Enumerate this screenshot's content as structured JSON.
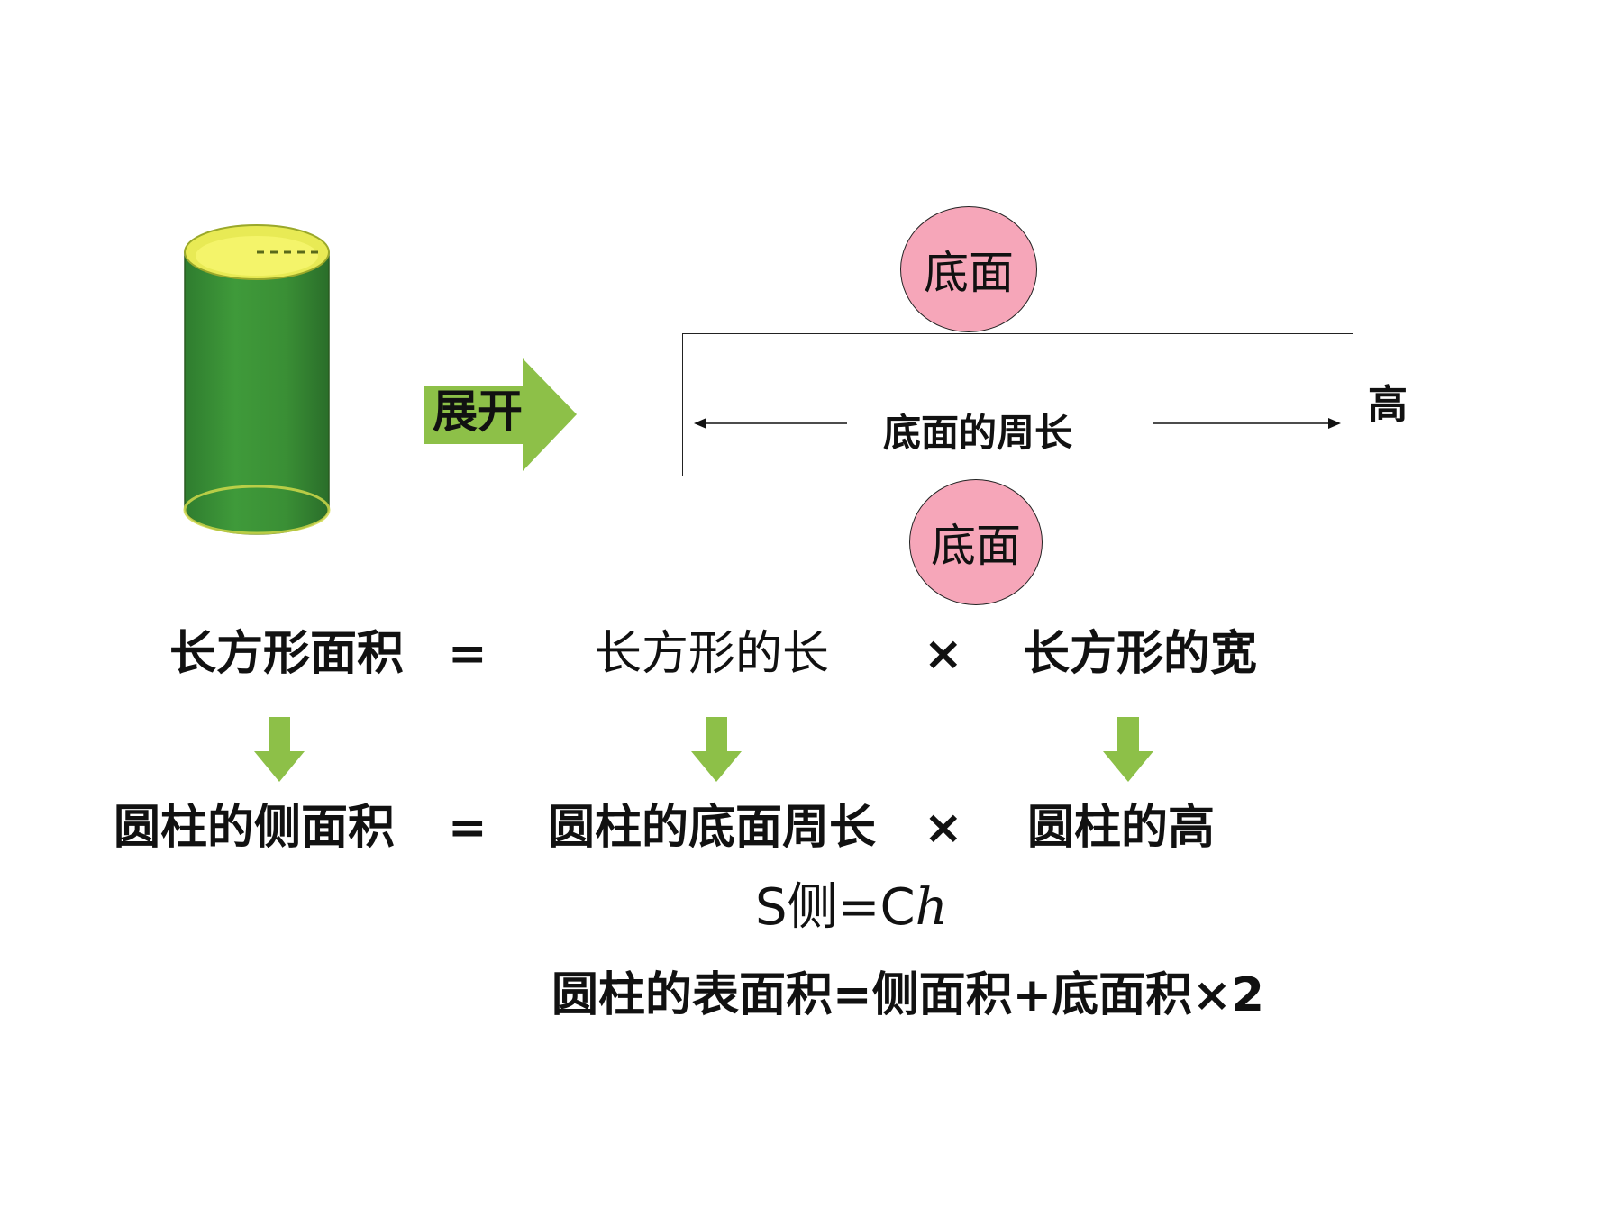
{
  "net": {
    "base_top": "底面",
    "base_bottom": "底面",
    "circumference_label": "底面的周长",
    "height_label": "高"
  },
  "expand_label": "展开",
  "colors": {
    "cylinder_body": "#3a8f3a",
    "cylinder_top": "#f0f060",
    "arrow_green": "#8dc048",
    "circle_pink": "#f6a6b9"
  },
  "row1": {
    "rect_area": "长方形面积",
    "equals": "=",
    "rect_length": "长方形的长",
    "times": "×",
    "rect_width": "长方形的宽"
  },
  "row2": {
    "lateral_area": "圆柱的侧面积",
    "equals": "=",
    "base_circumference": "圆柱的底面周长",
    "times": "×",
    "cylinder_height": "圆柱的高"
  },
  "formula": {
    "s_prefix": "S侧=C",
    "s_h": "h",
    "surface": "圆柱的表面积=侧面积+底面积×2"
  }
}
